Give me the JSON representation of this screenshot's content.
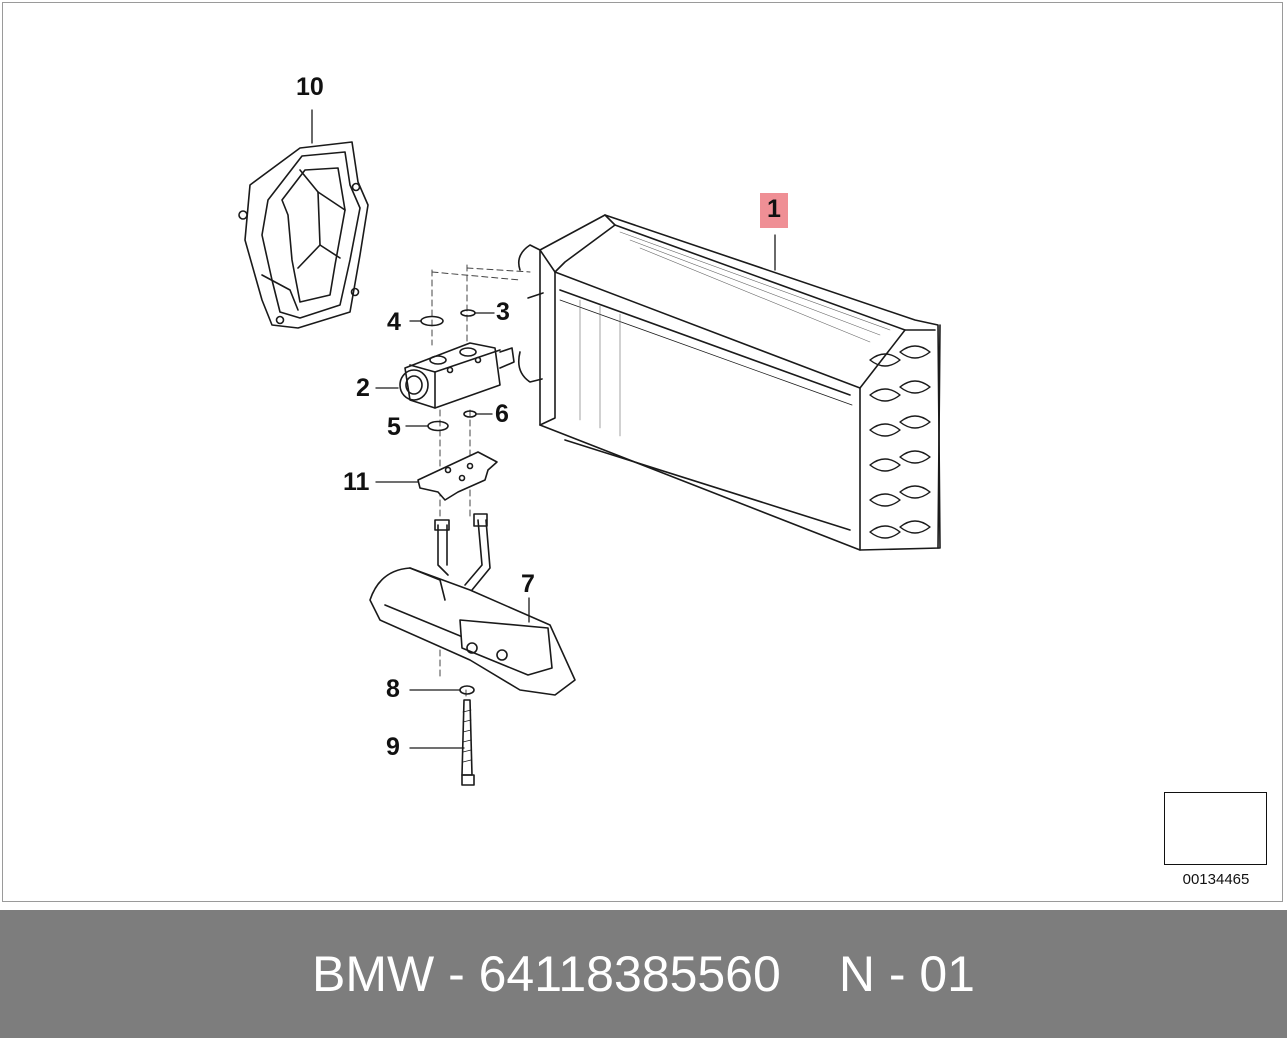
{
  "diagram": {
    "callouts": {
      "c1": "1",
      "c2": "2",
      "c3": "3",
      "c4": "4",
      "c5": "5",
      "c6": "6",
      "c7": "7",
      "c8": "8",
      "c9": "9",
      "c10": "10",
      "c11": "11"
    },
    "image_code": "00134465",
    "highlight_color": "#ef8f95"
  },
  "footer": {
    "part_number": "BMW - 64118385560",
    "revision": "N - 01",
    "background_color": "#7d7d7d"
  }
}
